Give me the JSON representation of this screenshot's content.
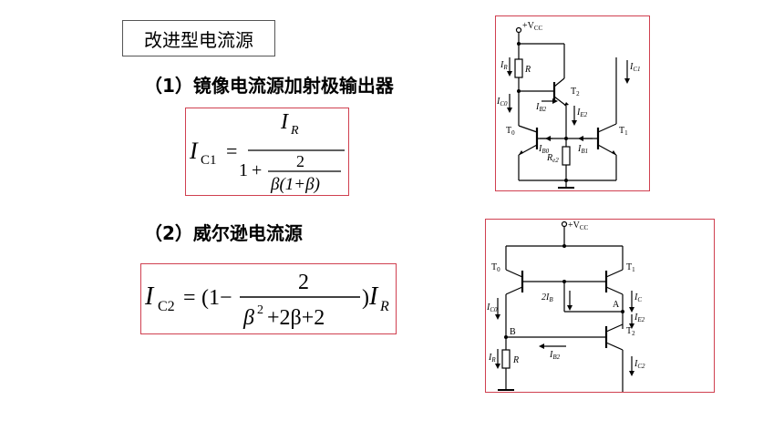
{
  "title": "改进型电流源",
  "section1": {
    "heading": "（1）镜像电流源加射极输出器"
  },
  "formula1": {
    "lhs_var": "I",
    "lhs_sub": "C1",
    "eq": "=",
    "num_var": "I",
    "num_sub": "R",
    "den_one": "1",
    "den_plus": "+",
    "inner_num": "2",
    "inner_den": "β(1+β)"
  },
  "section2": {
    "heading": "（2）威尔逊电流源"
  },
  "formula2": {
    "lhs_var": "I",
    "lhs_sub": "C2",
    "eq": "=",
    "open": "(1−",
    "num": "2",
    "den_beta": "β",
    "den_sup": "2",
    "den_rest": "+2β+2",
    "close": ")",
    "rhs_var": "I",
    "rhs_sub": "R"
  },
  "circuit1": {
    "vcc": "+V",
    "vcc_sub": "CC",
    "R": "R",
    "IR": "I",
    "IR_sub": "R",
    "IC0": "I",
    "IC0_sub": "C0",
    "IC1": "I",
    "IC1_sub": "C1",
    "IB2": "I",
    "IB2_sub": "B2",
    "IE2": "I",
    "IE2_sub": "E2",
    "IB0": "I",
    "IB0_sub": "B0",
    "IB1": "I",
    "IB1_sub": "B1",
    "Re2": "R",
    "Re2_sub": "e2",
    "T0": "T",
    "T0_sub": "0",
    "T1": "T",
    "T1_sub": "1",
    "T2": "T",
    "T2_sub": "2"
  },
  "circuit2": {
    "vcc": "+V",
    "vcc_sub": "CC",
    "T0": "T",
    "T0_sub": "0",
    "T1": "T",
    "T1_sub": "1",
    "T2": "T",
    "T2_sub": "2",
    "IB_2": "2I",
    "IB_2_sub": "B",
    "A": "A",
    "B": "B",
    "IC": "I",
    "IC_sub": "C",
    "IE2": "I",
    "IE2_sub": "E2",
    "IC0": "I",
    "IC0_sub": "C0",
    "IB2": "I",
    "IB2_sub": "B2",
    "IR": "I",
    "IR_sub": "R",
    "R": "R",
    "IC2": "I",
    "IC2_sub": "C2"
  }
}
